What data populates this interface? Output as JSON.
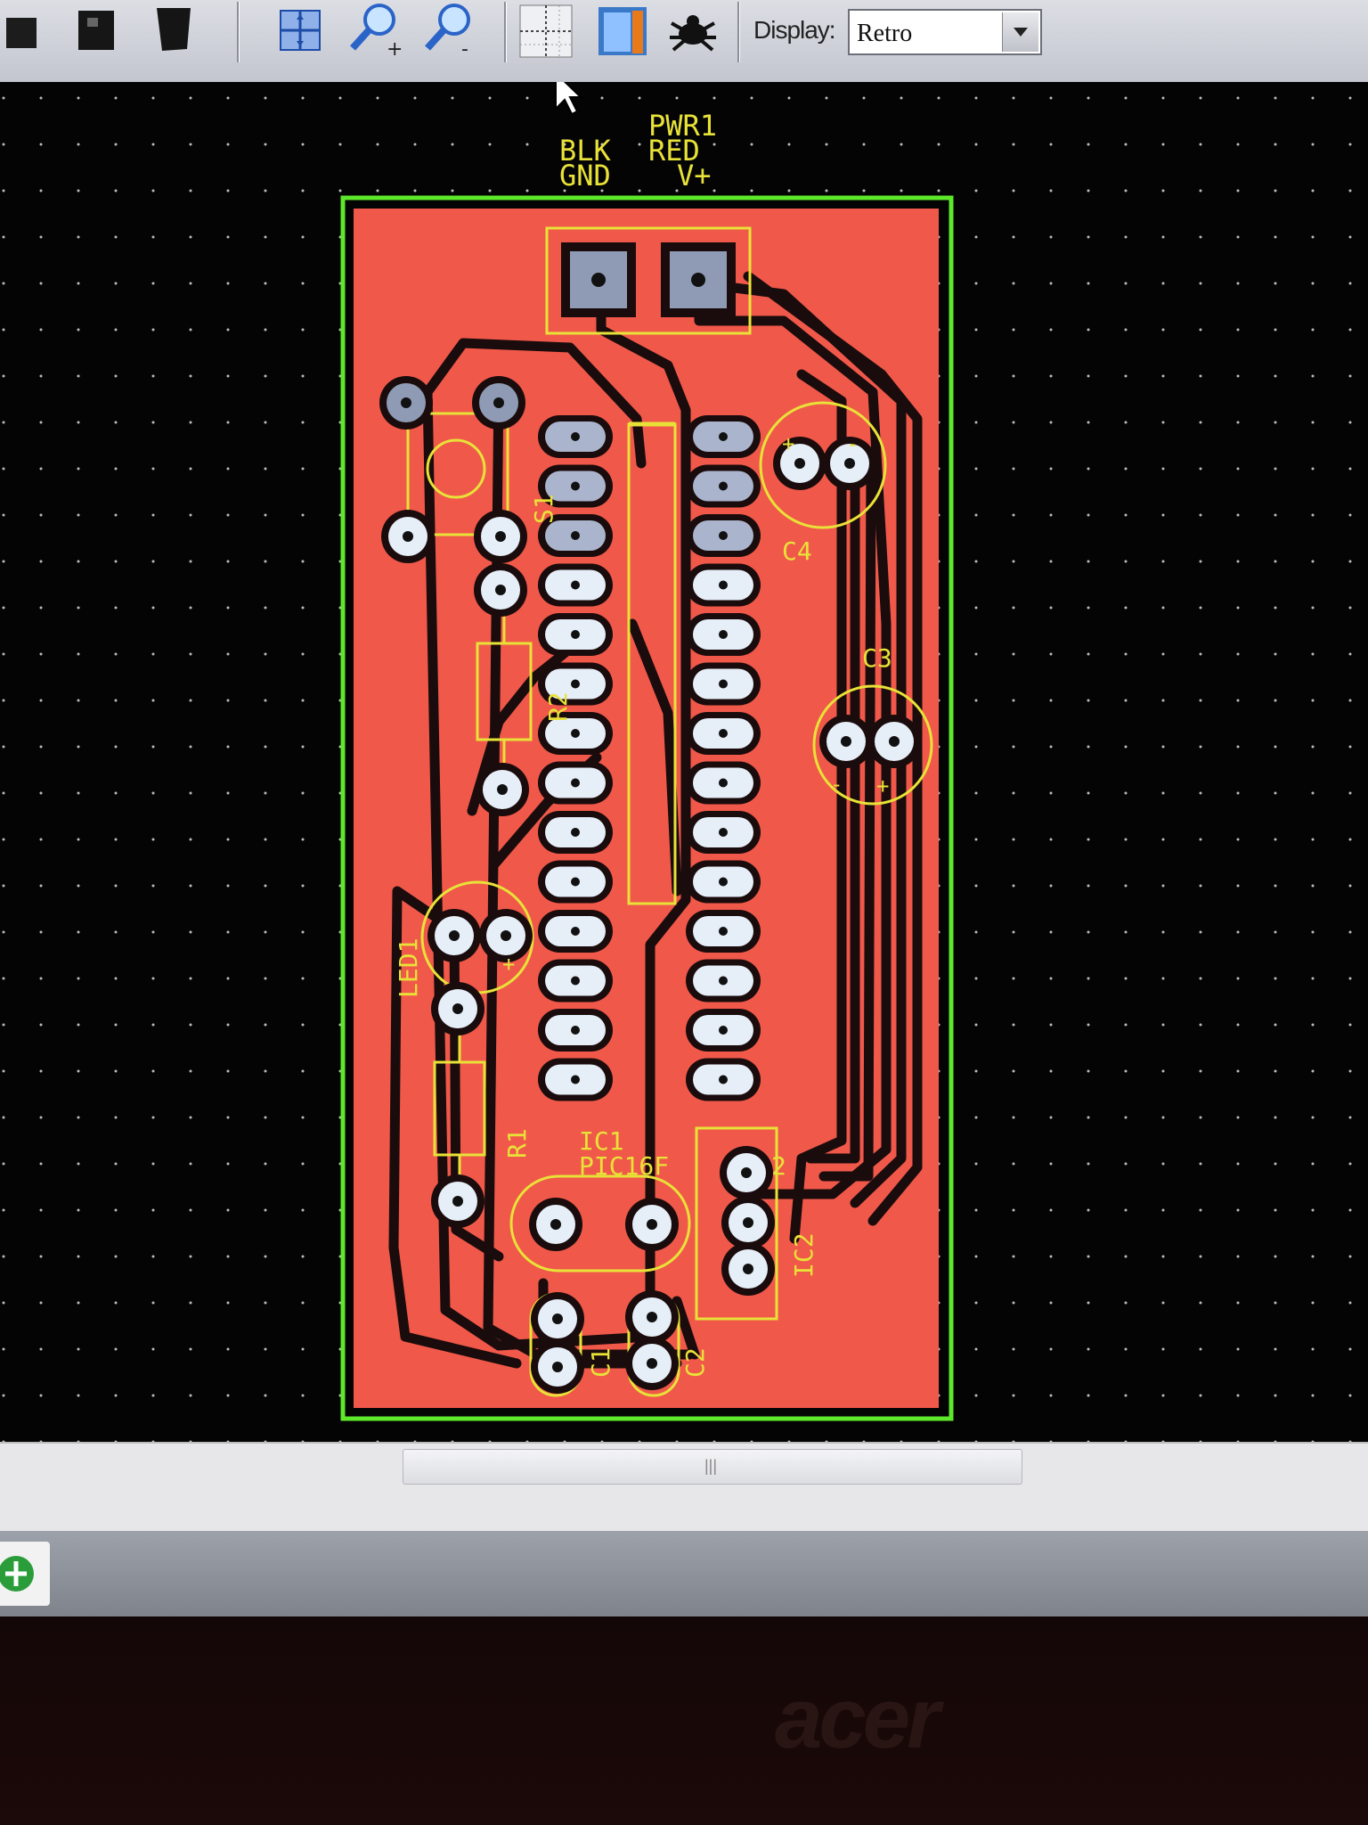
{
  "toolbar": {
    "display_label": "Display:",
    "display_value": "Retro",
    "buttons": [
      "tool-icon",
      "component-icon",
      "zoom-fit-icon",
      "zoom-in-icon",
      "zoom-out-icon",
      "grid-icon",
      "layer-color-icon",
      "bug-icon"
    ]
  },
  "pcb": {
    "labels": {
      "pwr": "PWR1",
      "blk": "BLK",
      "red": "RED",
      "gnd": "GND",
      "vplus": "V+",
      "s1": "S1",
      "c4": "C4",
      "c3": "C3",
      "r2": "R2",
      "led1": "LED1",
      "r1": "R1",
      "ic1": "IC1",
      "ic1_part": "PIC16F",
      "ic1_part_suffix": "2",
      "ic2": "IC2",
      "c1": "C1",
      "c2": "C2",
      "plus": "+",
      "minus": "-"
    },
    "colors": {
      "copper": "#f0584a",
      "trace": "#1a0c0c",
      "outline": "#5ee82a",
      "silkscreen": "#e8e238",
      "pad": "#e6eef8"
    }
  },
  "scrollbar": {
    "grip": "|||"
  },
  "monitor": {
    "brand": "acer"
  }
}
